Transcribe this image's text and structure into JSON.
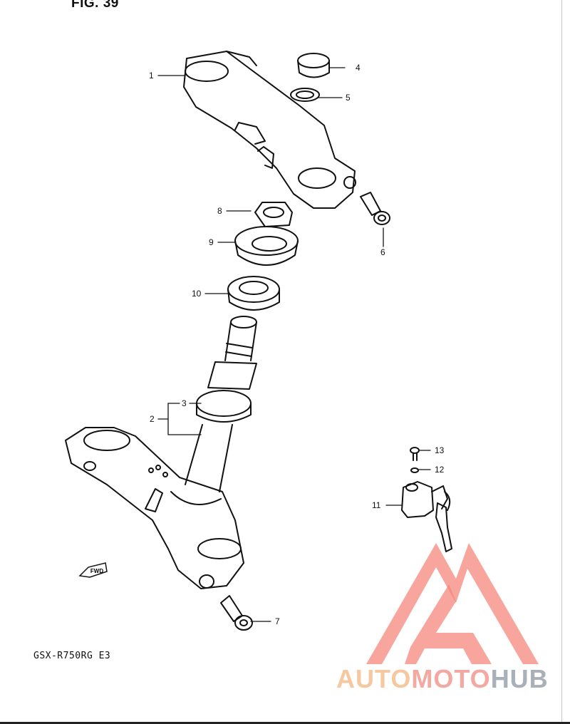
{
  "figure": {
    "title": "FIG. 39"
  },
  "model_label": "GSX-R750RG  E3",
  "fwd_label": "FWD",
  "watermark": {
    "part1": "AUTO",
    "part2": "MOTO",
    "part3": "HUB",
    "colors": {
      "auto": "#f6c8a0",
      "moto": "#f4a8a2",
      "hub": "#aab0b8",
      "logo": "#f4877c"
    }
  },
  "callouts": {
    "c1": "1",
    "c2": "2",
    "c3": "3",
    "c4": "4",
    "c5": "5",
    "c6": "6",
    "c7": "7",
    "c8": "8",
    "c9": "9",
    "c10": "10",
    "c11": "11",
    "c12": "12",
    "c13": "13"
  }
}
